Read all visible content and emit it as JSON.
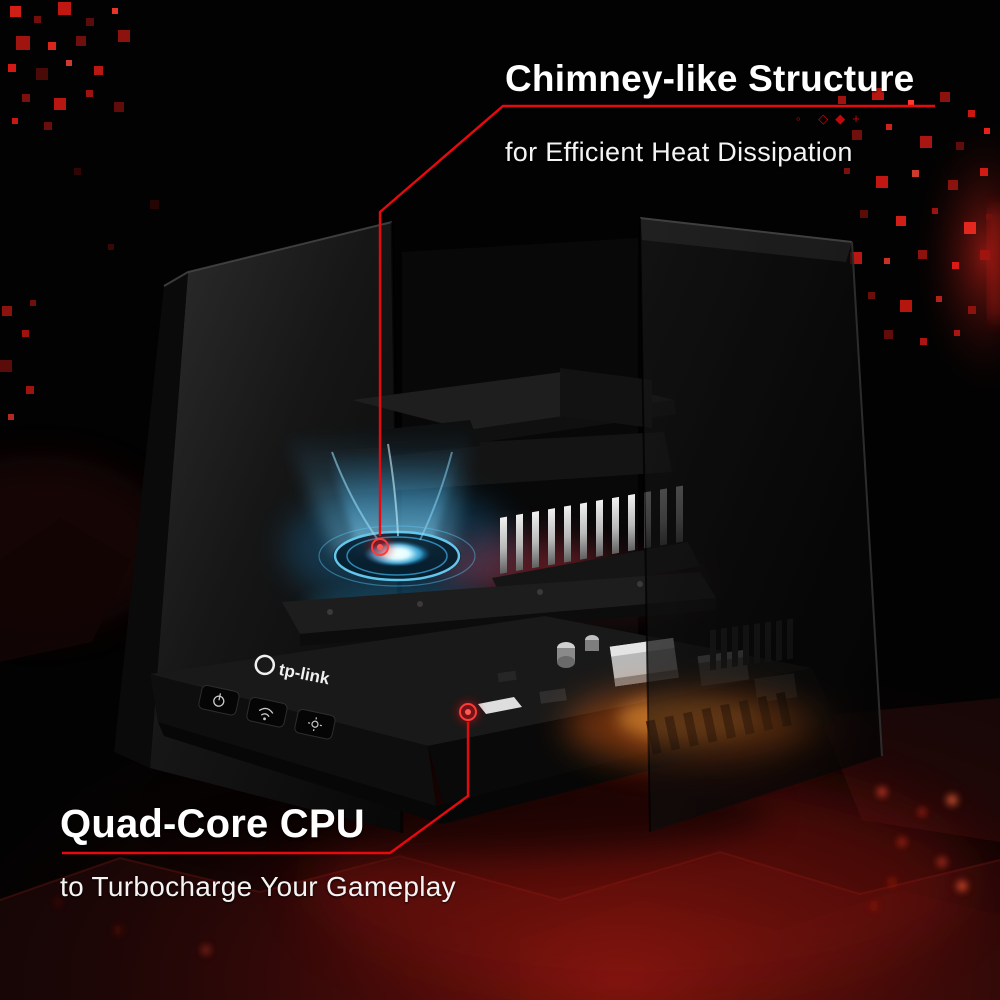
{
  "page": {
    "background_color": "#000000",
    "accent_color": "#e60a0e",
    "text_color": "#ffffff",
    "fan_glow_color": "#6fd8ff",
    "heat_glow_color": "#ff7a1e"
  },
  "callouts": {
    "top": {
      "title": "Chimney-like Structure",
      "subtitle": "for Efficient Heat Dissipation"
    },
    "bottom": {
      "title": "Quad-Core CPU",
      "subtitle": "to Turbocharge Your Gameplay"
    }
  },
  "device": {
    "brand": "tp-link"
  },
  "deco": {
    "glyphs": "◦ ◇◆+"
  }
}
